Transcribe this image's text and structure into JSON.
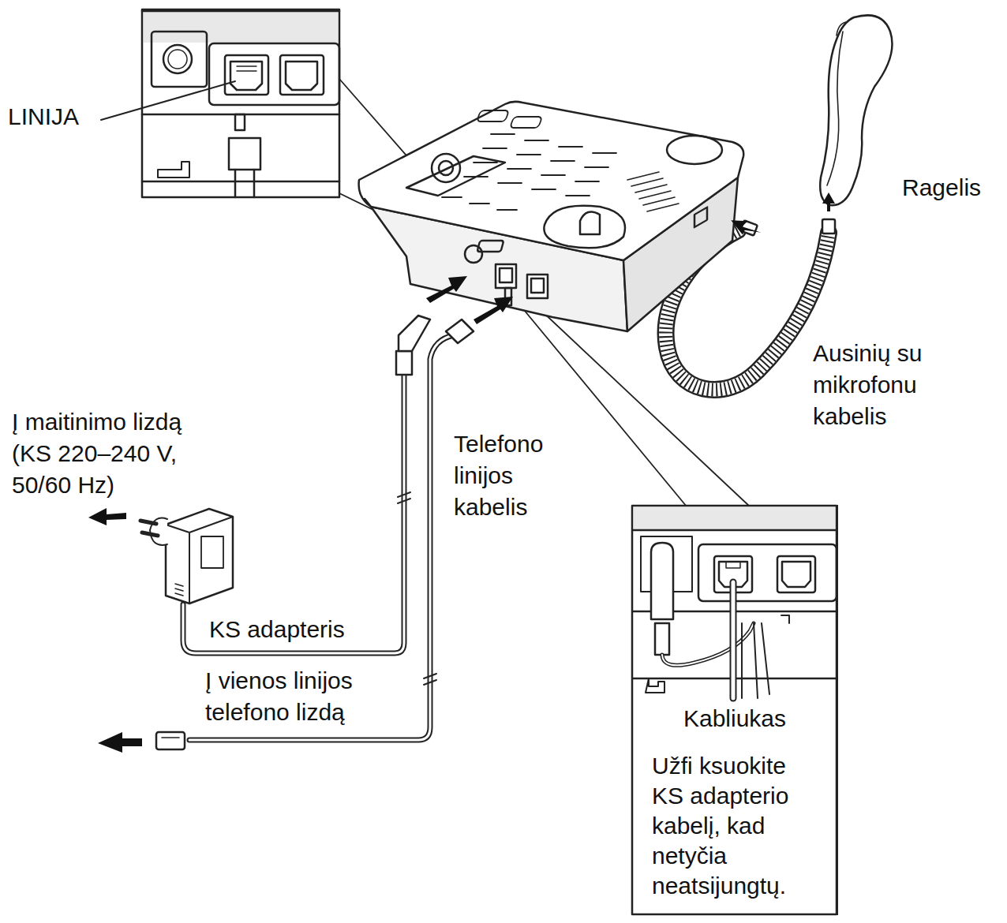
{
  "diagram": {
    "nodes": [
      {
        "text": [
          "Kabliukas",
          "Užfi ksuokite KS adapterio kabelį, kad netyčia neatsijungtų."
        ]
      }
    ],
    "labels": [
      "LINIJA",
      "Ragelis",
      "Ausinių su mikrofonu kabelis",
      "Į maitinimo lizdą (KS 220–240 V, 50/60 Hz)",
      "Telefono linijos kabelis",
      "KS adapteris",
      "Į vienos linijos telefono lizdą"
    ]
  }
}
